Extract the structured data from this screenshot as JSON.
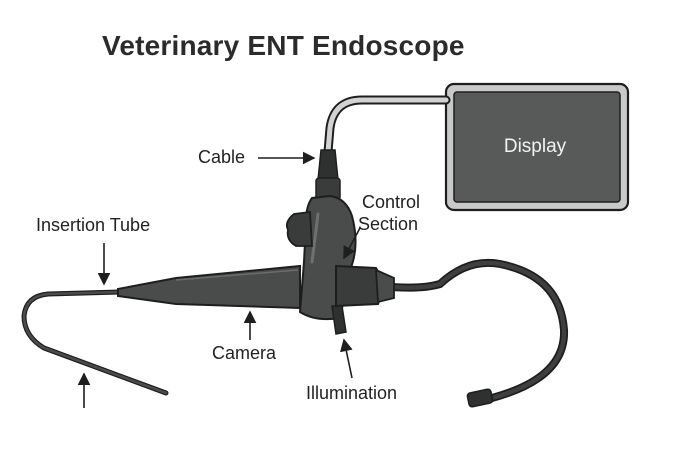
{
  "title": "Veterinary ENT Endoscope",
  "display_label": "Display",
  "labels": {
    "cable": "Cable",
    "control_line1": "Control",
    "control_line2": "Section",
    "insertion_tube": "Insertion Tube",
    "camera": "Camera",
    "illumination": "Illumination"
  },
  "colors": {
    "device_body": "#4a4c4c",
    "device_dark": "#2f3131",
    "cable_sheath": "#bdbdbd",
    "display_screen": "#585a5a",
    "display_frame": "#c9c9c9",
    "outline": "#1e1e1e"
  }
}
